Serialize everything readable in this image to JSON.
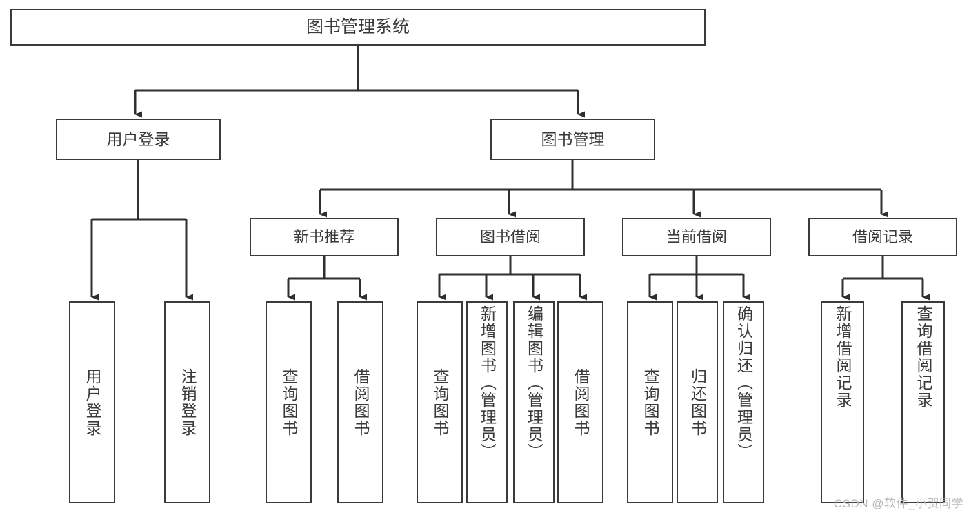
{
  "diagram": {
    "title": "图书管理系统",
    "type": "hierarchy-tree",
    "watermark": "CSDN @软件_小贺同学",
    "colors": {
      "box_border": "#3b3b3b",
      "box_fill": "#ffffff",
      "text": "#3a3a3a",
      "connector": "#2f2f2f",
      "watermark": "#b9b9b9",
      "background": "#ffffff"
    },
    "nodes": {
      "root": {
        "label": "图书管理系统"
      },
      "level1": [
        {
          "id": "user-login",
          "label": "用户登录"
        },
        {
          "id": "book-management",
          "label": "图书管理"
        }
      ],
      "level2": [
        {
          "id": "new-book-recommend",
          "label": "新书推荐"
        },
        {
          "id": "book-borrow",
          "label": "图书借阅"
        },
        {
          "id": "current-borrow",
          "label": "当前借阅"
        },
        {
          "id": "borrow-record",
          "label": "借阅记录"
        }
      ],
      "leaves": [
        {
          "id": "leaf-user-login",
          "label": "用户登录",
          "parent": "user-login"
        },
        {
          "id": "leaf-logout-login",
          "label": "注销登录",
          "parent": "user-login"
        },
        {
          "id": "leaf-query-book-1",
          "label": "查询图书",
          "parent": "new-book-recommend"
        },
        {
          "id": "leaf-borrow-book-1",
          "label": "借阅图书",
          "parent": "new-book-recommend"
        },
        {
          "id": "leaf-query-book-2",
          "label": "查询图书",
          "parent": "book-borrow"
        },
        {
          "id": "leaf-add-book",
          "label": "新增图书（管理员）",
          "parent": "book-borrow"
        },
        {
          "id": "leaf-edit-book",
          "label": "编辑图书（管理员）",
          "parent": "book-borrow"
        },
        {
          "id": "leaf-borrow-book-2",
          "label": "借阅图书",
          "parent": "book-borrow"
        },
        {
          "id": "leaf-query-book-3",
          "label": "查询图书",
          "parent": "current-borrow"
        },
        {
          "id": "leaf-return-book",
          "label": "归还图书",
          "parent": "current-borrow"
        },
        {
          "id": "leaf-confirm-return",
          "label": "确认归还（管理员）",
          "parent": "current-borrow"
        },
        {
          "id": "leaf-add-record",
          "label": "新增借阅记录",
          "parent": "borrow-record"
        },
        {
          "id": "leaf-query-record",
          "label": "查询借阅记录",
          "parent": "borrow-record"
        }
      ]
    }
  }
}
